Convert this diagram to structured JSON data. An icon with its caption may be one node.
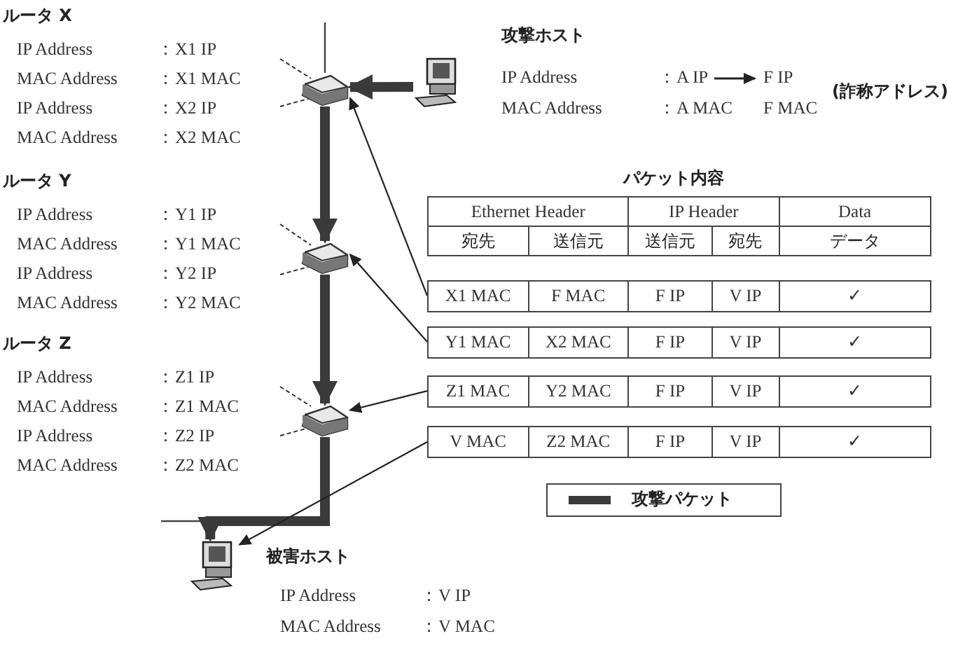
{
  "diagram": {
    "nodes": [
      {
        "text": [],
        "shape": "router",
        "beside": [
          "ルータ X",
          "IP Address",
          "：X1 IP",
          "MAC Address",
          "：X1 MAC",
          "IP Address",
          "：X2 IP",
          "MAC Address",
          "：X2 MAC"
        ]
      },
      {
        "text": [],
        "shape": "computer",
        "beside": [
          "攻撃ホスト",
          "IP Address",
          "：A IP",
          "F IP",
          "MAC Address",
          "：A MAC",
          "F MAC",
          "(詐称アドレス)"
        ]
      },
      {
        "text": [],
        "shape": "router",
        "beside": [
          "ルータ Y",
          "IP Address",
          "：Y1 IP",
          "MAC Address",
          "：Y1 MAC",
          "IP Address",
          "：Y2 IP",
          "MAC Address",
          "：Y2 MAC"
        ]
      },
      {
        "text": [],
        "shape": "router",
        "beside": [
          "ルータ Z",
          "IP Address",
          "：Z1 IP",
          "MAC Address",
          "：Z1 MAC",
          "IP Address",
          "：Z2 IP",
          "MAC Address",
          "：Z2 MAC"
        ]
      },
      {
        "text": [],
        "shape": "computer",
        "beside": [
          "被害ホスト",
          "IP Address",
          "：V IP",
          "MAC Address",
          "：V MAC"
        ]
      },
      {
        "text": [
          "X1 MAC",
          "F MAC",
          "F IP",
          "V IP",
          "✓"
        ]
      },
      {
        "text": [
          "Y1 MAC",
          "X2 MAC",
          "F IP",
          "V IP",
          "✓"
        ]
      },
      {
        "text": [
          "Z1 MAC",
          "Y2 MAC",
          "F IP",
          "V IP",
          "✓"
        ]
      },
      {
        "text": [
          "V MAC",
          "Z2 MAC",
          "F IP",
          "V IP",
          "✓"
        ]
      }
    ],
    "edges": [
      {
        "from": 1,
        "to": 0,
        "arrow": "to",
        "style": "thick"
      },
      {
        "from": 0,
        "to": 2,
        "arrow": "to",
        "style": "thick"
      },
      {
        "from": 2,
        "to": 3,
        "arrow": "to",
        "style": "thick"
      },
      {
        "from": 3,
        "to": 4,
        "arrow": "to",
        "style": "thick"
      },
      {
        "from": 5,
        "to": 0,
        "arrow": "to"
      },
      {
        "from": 6,
        "to": 2,
        "arrow": "to"
      },
      {
        "from": 7,
        "to": 3,
        "arrow": "to"
      },
      {
        "from": 8,
        "to": 4,
        "arrow": "to"
      }
    ],
    "labels": [
      "パケット内容",
      "Ethernet Header",
      "IP Header",
      "Data",
      "宛先",
      "送信元",
      "送信元",
      "宛先",
      "データ"
    ],
    "legend": [
      {
        "text": "攻撃パケット",
        "color": "#3a3a3a"
      }
    ]
  }
}
